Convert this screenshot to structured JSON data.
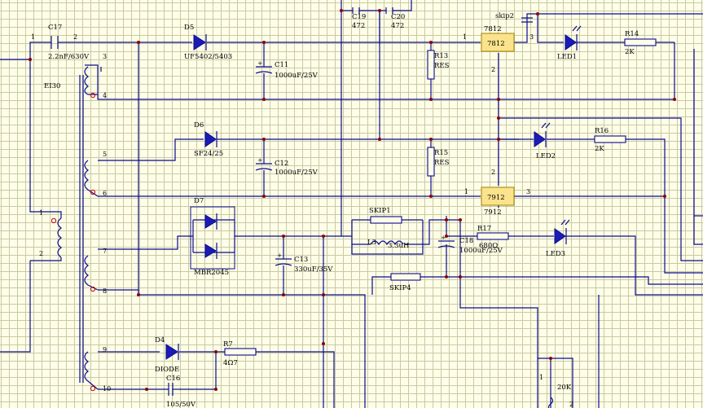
{
  "components": {
    "transformer": {
      "ref": "EI30"
    },
    "c17": {
      "ref": "C17",
      "value": "2.2nF/630V",
      "pin1": "1",
      "pin2": "2"
    },
    "d5": {
      "ref": "D5",
      "value": "UF5402/5403"
    },
    "c11": {
      "ref": "C11",
      "value": "1000uF/25V"
    },
    "c19": {
      "ref": "C19",
      "value": "472"
    },
    "c20": {
      "ref": "C20",
      "value": "472"
    },
    "r13": {
      "ref": "R13",
      "value": "RES"
    },
    "u7812": {
      "ref": "7812",
      "body": "7812",
      "pin1": "1",
      "pin2": "2",
      "pin3": "3"
    },
    "skip2": {
      "ref": "skip2"
    },
    "led1": {
      "ref": "LED1"
    },
    "r14": {
      "ref": "R14",
      "value": "2K"
    },
    "d6": {
      "ref": "D6",
      "value": "SF24/25"
    },
    "c12": {
      "ref": "C12",
      "value": "1000uF/25V"
    },
    "r15": {
      "ref": "R15",
      "value": "RES"
    },
    "led2": {
      "ref": "LED2"
    },
    "r16": {
      "ref": "R16",
      "value": "2K"
    },
    "u7912": {
      "ref": "7912",
      "body": "7912",
      "pin1": "1",
      "pin2": "2",
      "pin3": "3"
    },
    "d7": {
      "ref": "D7",
      "value": "MBR2045"
    },
    "skip1": {
      "ref": "SKIP1"
    },
    "l3": {
      "ref": "L3",
      "value": "3.3uH"
    },
    "c18": {
      "ref": "C18",
      "value": "1000uF/25V"
    },
    "r17": {
      "ref": "R17",
      "value": "680Ω"
    },
    "led3": {
      "ref": "LED3"
    },
    "c13": {
      "ref": "C13",
      "value": "330uF/35V"
    },
    "skip4": {
      "ref": "SKIP4"
    },
    "d4": {
      "ref": "D4",
      "value": "DIODE"
    },
    "r7": {
      "ref": "R7",
      "value": "4Ω7"
    },
    "c16": {
      "ref": "C16",
      "value": "105/50V"
    },
    "pot": {
      "value": "20K",
      "pin1": "1"
    }
  },
  "pins": {
    "tr_p1": "1",
    "tr_p2": "2",
    "tr_3": "3",
    "tr_4": "4",
    "tr_5": "5",
    "tr_6": "6",
    "tr_7": "7",
    "tr_8": "8",
    "tr_9": "9",
    "tr_10": "10"
  },
  "colors": {
    "wire": "#0b0b8f",
    "junction": "#8b0000",
    "grid": "#c9c9a4",
    "regulator": "#fbe38d",
    "background": "#fefee8"
  }
}
